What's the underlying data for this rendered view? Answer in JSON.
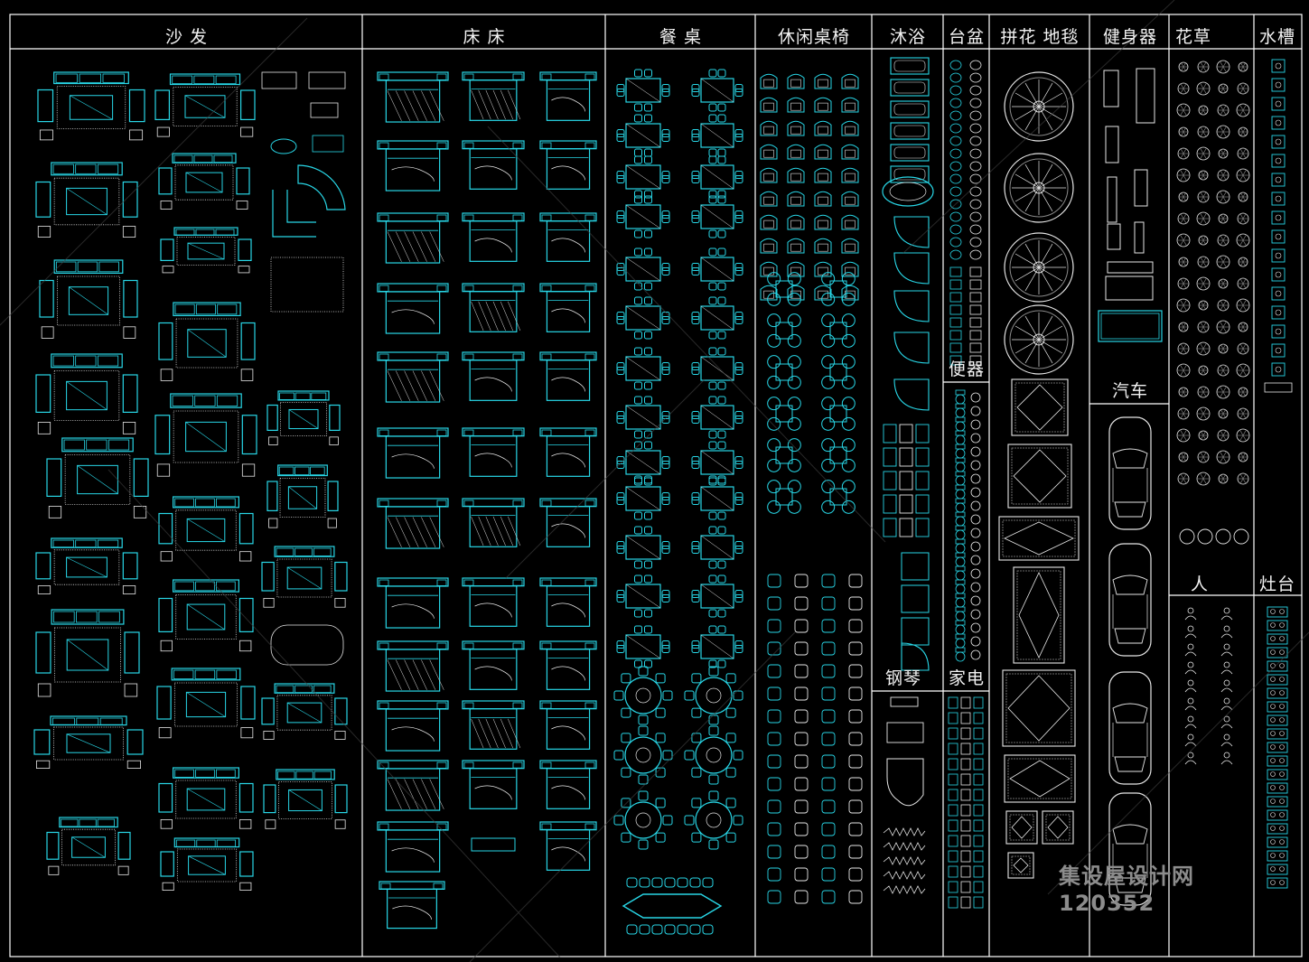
{
  "colors": {
    "background": "#000000",
    "grid_line": "#ffffff",
    "cad_cyan": "#28d6e6",
    "cad_white": "#e6e6e6",
    "cad_grey": "#8a8a8a",
    "watermark": "#8c8c8c"
  },
  "headers": {
    "sofa": "沙  发",
    "bed": "床  床",
    "dining_table": "餐  桌",
    "leisure_chairs": "休闲桌椅",
    "bath": "沐浴",
    "basin": "台盆",
    "rug": "拼花 地毯",
    "fitness": "健身器",
    "flowers": "花草",
    "sink": "水槽",
    "toilet": "便器",
    "car": "汽车",
    "piano": "钢琴",
    "appliance": "家电",
    "people": "人",
    "stove": "灶台"
  },
  "watermark": {
    "site_name": "集设屋设计网",
    "id": "120352"
  },
  "icons": [
    "sofa-set-icon",
    "bed-icon",
    "dining-table-icon",
    "lounge-chair-icon",
    "bathtub-icon",
    "washbasin-icon",
    "round-rug-icon",
    "rect-rug-icon",
    "fitness-equipment-icon",
    "plant-icon",
    "sink-icon",
    "toilet-icon",
    "car-icon",
    "piano-icon",
    "appliance-icon",
    "person-icon",
    "stove-icon"
  ]
}
